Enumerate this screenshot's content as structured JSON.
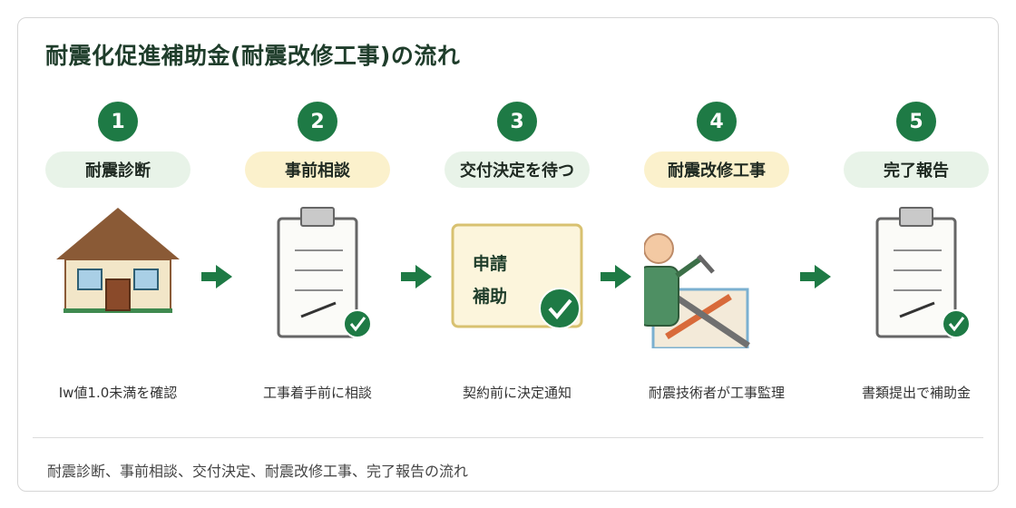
{
  "title": "耐震化促進補助金(耐震改修工事)の流れ",
  "steps": [
    {
      "number": "1",
      "label": "耐震診断",
      "description": "Iw値1.0未満を確認"
    },
    {
      "number": "2",
      "label": "事前相談",
      "description": "工事着手前に相談"
    },
    {
      "number": "3",
      "label": "交付決定を待つ",
      "description": "契約前に決定通知"
    },
    {
      "number": "4",
      "label": "耐震改修工事",
      "description": "耐震技術者が工事監理"
    },
    {
      "number": "5",
      "label": "完了報告",
      "description": "書類提出で補助金"
    }
  ],
  "document": {
    "line1": "申請",
    "line2": "補助"
  },
  "caption": "耐震診断、事前相談、交付決定、耐震改修工事、完了報告の流れ",
  "colors": {
    "accent": "#1e7a45",
    "pill_green": "#e8f3e8",
    "pill_yellow": "#fbf1cc",
    "title": "#1f3d2b"
  }
}
